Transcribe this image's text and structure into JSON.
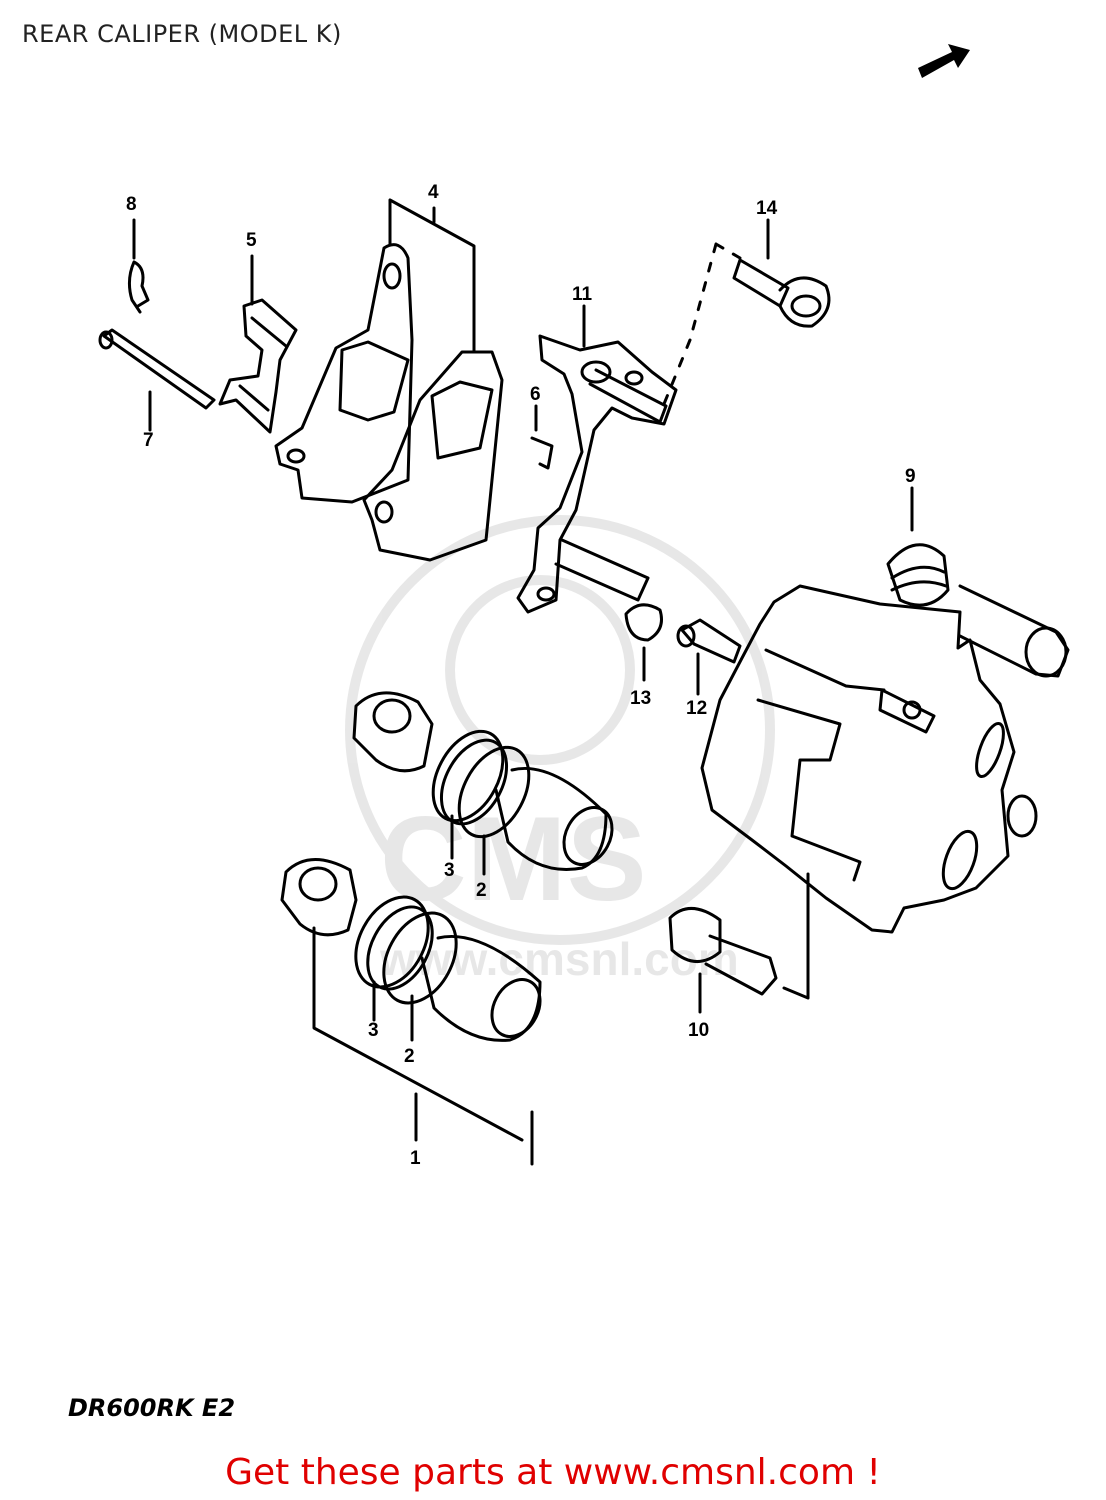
{
  "page": {
    "title": "REAR CALIPER (MODEL K)",
    "model_code": "DR600RK E2",
    "footer_text": "Get these parts at www.cmsnl.com !"
  },
  "watermark": {
    "brand": "CMS",
    "url": "www.cmsnl.com"
  },
  "parts": [
    {
      "id": "1",
      "label": "1"
    },
    {
      "id": "2",
      "label": "2"
    },
    {
      "id": "3",
      "label": "3"
    },
    {
      "id": "4",
      "label": "4"
    },
    {
      "id": "5",
      "label": "5"
    },
    {
      "id": "6",
      "label": "6"
    },
    {
      "id": "7",
      "label": "7"
    },
    {
      "id": "8",
      "label": "8"
    },
    {
      "id": "9",
      "label": "9"
    },
    {
      "id": "10",
      "label": "10"
    },
    {
      "id": "11",
      "label": "11"
    },
    {
      "id": "12",
      "label": "12"
    },
    {
      "id": "13",
      "label": "13"
    },
    {
      "id": "14",
      "label": "14"
    }
  ],
  "icons": {
    "front_arrow": "front-direction-arrow-icon"
  }
}
